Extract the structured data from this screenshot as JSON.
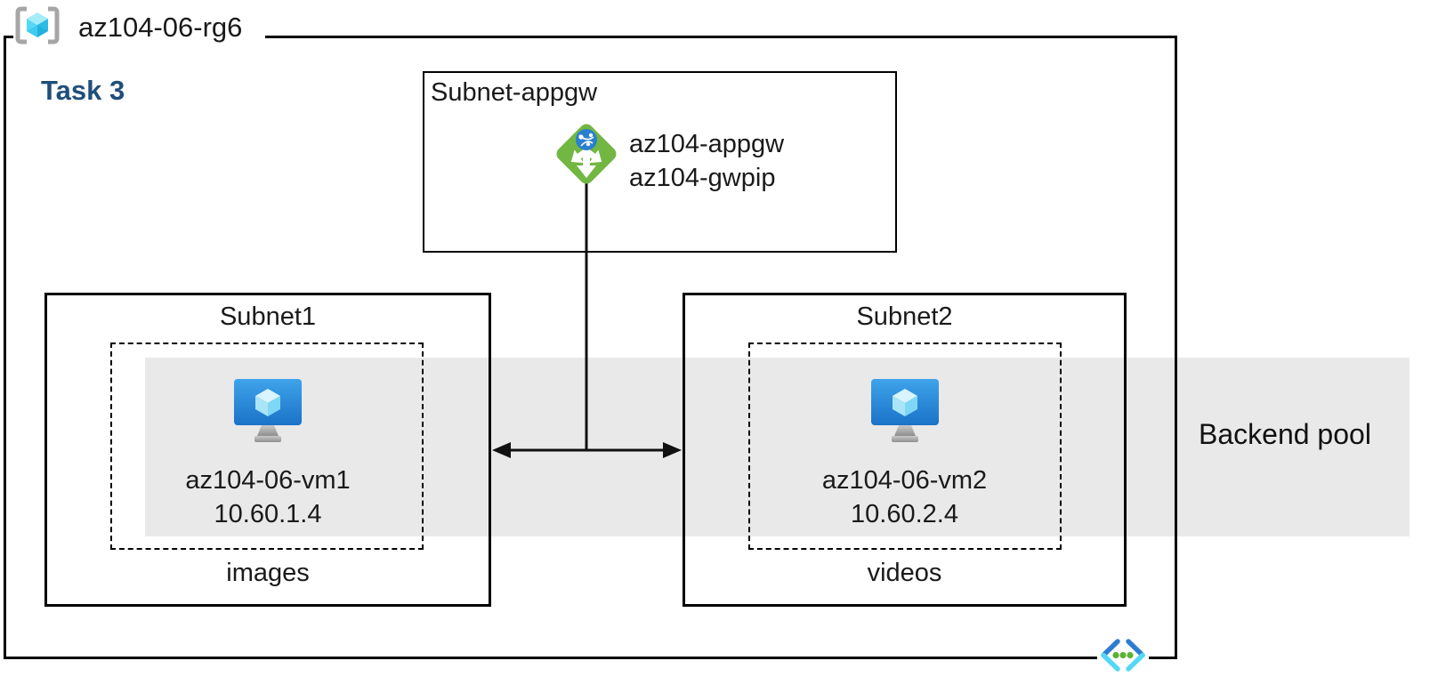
{
  "diagram": {
    "resource_group": "az104-06-rg6",
    "task": "Task 3",
    "appgw_subnet": {
      "label": "Subnet-appgw",
      "gateway_name": "az104-appgw",
      "public_ip_name": "az104-gwpip"
    },
    "subnets": [
      {
        "label": "Subnet1",
        "vm_name": "az104-06-vm1",
        "vm_ip": "10.60.1.4",
        "storage_label": "images"
      },
      {
        "label": "Subnet2",
        "vm_name": "az104-06-vm2",
        "vm_ip": "10.60.2.4",
        "storage_label": "videos"
      }
    ],
    "backend_pool_label": "Backend pool",
    "icons": {
      "resource_group": "resource-group-brackets-cube-icon",
      "application_gateway": "application-gateway-icon",
      "virtual_machine": "virtual-machine-monitor-icon",
      "virtual_network": "virtual-network-chevrons-icon"
    },
    "colors": {
      "border": "#000000",
      "task_text": "#1F4E79",
      "backend_band": "#E9E9E9",
      "appgw_green": "#72B742",
      "globe_blue": "#2B7FD0",
      "vm_blue_top": "#3FA3EA",
      "vm_blue_bottom": "#1A73C8",
      "cube_cyan": "#50D7F5",
      "vnet_blue": "#2E7CD0",
      "vnet_cyan": "#53D9F7",
      "vnet_green": "#5CB231",
      "bracket_gray": "#A6A6A6"
    }
  }
}
